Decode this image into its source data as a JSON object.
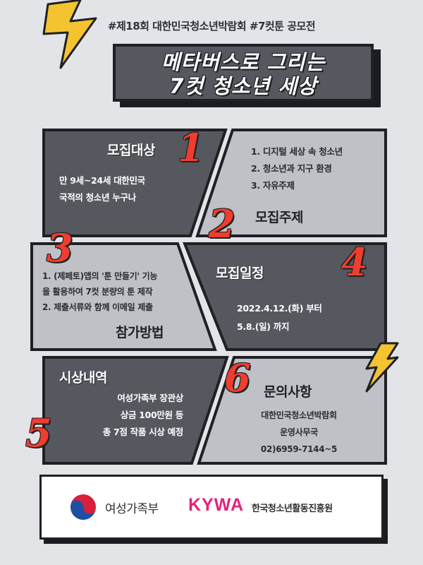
{
  "header": {
    "hashtags": "#제18회 대한민국청소년박람회  #7컷툰 공모전",
    "title_line1": "메타버스로 그리는",
    "title_line2": "7컷 청소년 세상"
  },
  "panels": [
    {
      "number": "1",
      "heading": "모집대상",
      "lines": [
        "만 9세~24세 대한민국",
        "국적의 청소년 누구나"
      ]
    },
    {
      "number": "2",
      "heading": "모집주제",
      "lines": [
        "1. 디지털 세상 속 청소년",
        "2. 청소년과 지구 환경",
        "3. 자유주제"
      ]
    },
    {
      "number": "3",
      "heading": "참가방법",
      "lines": [
        "1. (제페토)앱의 '툰 만들기' 기능",
        "을 활용하여 7컷 분량의 툰 제작",
        "2. 제출서류와 함께 이메일 제출"
      ]
    },
    {
      "number": "4",
      "heading": "모집일정",
      "lines": [
        "2022.4.12.(화) 부터",
        "5.8.(일) 까지"
      ]
    },
    {
      "number": "5",
      "heading": "시상내역",
      "lines": [
        "여성가족부 장관상",
        "상금 100만원 등",
        "총 7점 작품 시상 예정"
      ]
    },
    {
      "number": "6",
      "heading": "문의사항",
      "lines": [
        "대한민국청소년박람회",
        "운영사무국",
        "02)6959-7144~5"
      ]
    }
  ],
  "footer": {
    "ministry": "여성가족부",
    "kywa_logo": "KYWA",
    "kywa_name": "한국청소년활동진흥원"
  },
  "colors": {
    "background": "#e3e4e8",
    "dark_panel": "#55585f",
    "light_panel": "#bfc1c7",
    "outline": "#1f2024",
    "number_red": "#ef3e2e",
    "lightning_yellow": "#f4c430",
    "kywa_pink": "#e2237b"
  },
  "icons": {
    "bolts": "lightning-bolt-icon",
    "ministry": "taegeuk-emblem-icon"
  }
}
